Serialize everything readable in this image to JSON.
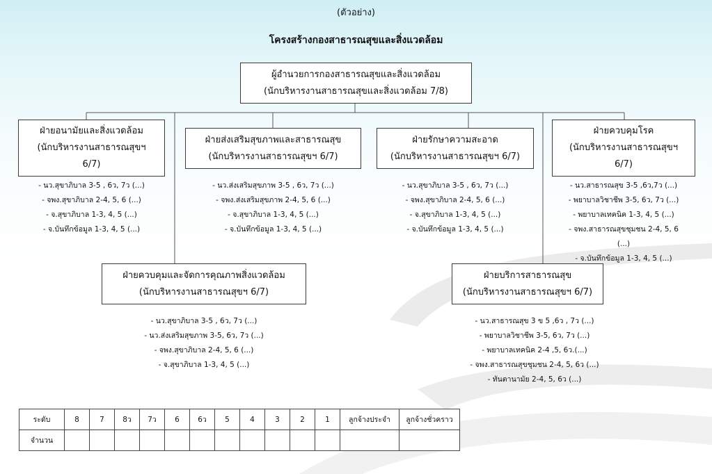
{
  "header": {
    "example_label": "(ตัวอย่าง)",
    "title": "โครงสร้างกองสาธารณสุขและสิ่งแวดล้อม"
  },
  "director": {
    "line1": "ผู้อำนวยการกองสาธารณสุขและสิ่งแวดล้อม",
    "line2": "(นักบริหารงานสาธารณสุขและสิ่งแวดล้อม 7/8)"
  },
  "units": [
    {
      "key": "sanitation",
      "lines": [
        "ฝ่ายอนามัยและสิ่งแวดล้อม",
        "(นักบริหารงานสาธารณสุขฯ",
        "6/7)"
      ],
      "staff": [
        "-  นว.สุขาภิบาล 3-5 , 6ว, 7ว (...)",
        "-  จพง.สุขาภิบาล 2-4, 5, 6 (...)",
        "-  จ.สุขาภิบาล 1-3, 4, 5 (...)",
        "-  จ.บันทึกข้อมูล 1-3, 4, 5 (...)"
      ]
    },
    {
      "key": "promotion",
      "lines": [
        "ฝ่ายส่งเสริมสุขภาพและสาธารณสุข",
        "(นักบริหารงานสาธารณสุขฯ 6/7)"
      ],
      "staff": [
        "-  นว.ส่งเสริมสุขภาพ  3-5 , 6ว, 7ว (...)",
        "-  จพง.ส่งเสริมสุขภาพ 2-4, 5, 6 (...)",
        "-  จ.สุขาภิบาล 1-3, 4, 5 (...)",
        "-  จ.บันทึกข้อมูล 1-3, 4, 5 (...)"
      ]
    },
    {
      "key": "cleanliness",
      "lines": [
        "ฝ่ายรักษาความสะอาด",
        "(นักบริหารงานสาธารณสุขฯ 6/7)"
      ],
      "staff": [
        "-  นว.สุขาภิบาล 3-5 , 6ว, 7ว (...)",
        "-  จพง.สุขาภิบาล 2-4, 5, 6 (...)",
        "-  จ.สุขาภิบาล 1-3, 4, 5 (...)",
        "-  จ.บันทึกข้อมูล 1-3, 4, 5 (...)"
      ]
    },
    {
      "key": "disease",
      "lines": [
        "ฝ่ายควบคุมโรค",
        "(นักบริหารงานสาธารณสุขฯ",
        "6/7)"
      ],
      "staff": [
        "-  นว.สาธารณสุข 3-5 ,6ว,7ว (...)",
        "-  พยาบาลวิชาชีพ 3-5, 6ว, 7ว (...)",
        "-  พยาบาลเทคนิค 1-3, 4, 5 (...)",
        "-  จพง.สาธารณสุขชุมชน 2-4, 5, 6",
        "(...)",
        "-  จ.บันทึกข้อมูล 1-3, 4, 5 (...)"
      ]
    },
    {
      "key": "environment",
      "lines": [
        "ฝ่ายควบคุมและจัดการคุณภาพสิ่งแวดล้อม",
        "(นักบริหารงานสาธารณสุขฯ 6/7)"
      ],
      "staff": [
        "-  นว.สุขาภิบาล 3-5 , 6ว, 7ว (...)",
        "-  นว.ส่งเสริมสุขภาพ 3-5, 6ว, 7ว (...)",
        "-  จพง.สุขาภิบาล 2-4, 5, 6 (...)",
        "-  จ.สุขาภิบาล 1-3, 4, 5 (...)"
      ]
    },
    {
      "key": "services",
      "lines": [
        "ฝ่ายบริการสาธารณสุข",
        "(นักบริหารงานสาธารณสุขฯ 6/7)"
      ],
      "staff": [
        "-  นว.สาธารณสุข 3 ข 5 ,6ว , 7ว (...)",
        "-  พยาบาลวิชาชีพ 3-5, 6ว, 7ว (...)",
        "-  พยาบาลเทคนิค  2-4 ,5, 6ว.(...)",
        "-  จพง.สาธารณสุขชุมชน 2-4, 5, 6ว (...)",
        "-  ทันตานามัย  2-4, 5, 6ว (...)"
      ]
    }
  ],
  "grade_table": {
    "row1_label": "ระดับ",
    "levels": [
      "8",
      "7",
      "8ว",
      "7ว",
      "6",
      "6ว",
      "5",
      "4",
      "3",
      "2",
      "1",
      "ลูกจ้างประจำ",
      "ลูกจ้างชั่วคราว"
    ],
    "row2_label": "จำนวน",
    "counts": [
      "",
      "",
      "",
      "",
      "",
      "",
      "",
      "",
      "",
      "",
      "",
      "",
      ""
    ]
  }
}
